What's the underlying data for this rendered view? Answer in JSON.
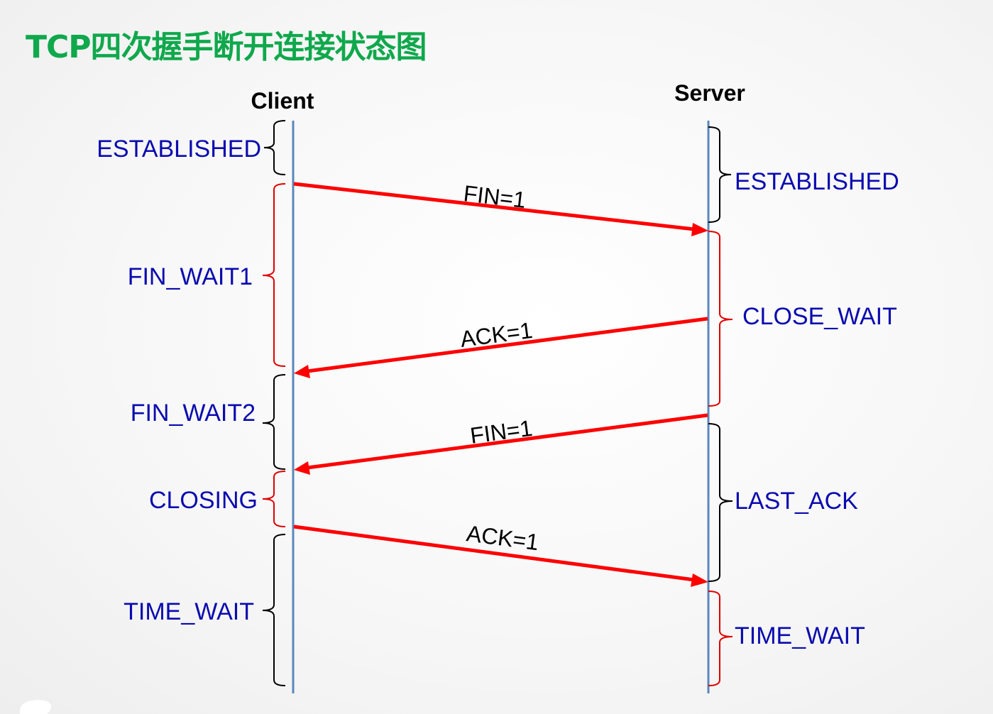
{
  "title": "TCP四次握手断开连接状态图",
  "colors": {
    "title": "#0fa84c",
    "state_text": "#0a0ab0",
    "message_arrow": "#ff0000",
    "lifeline": "#5b87bd",
    "brace_black": "#000000",
    "brace_red": "#e00000"
  },
  "actors": {
    "client": "Client",
    "server": "Server"
  },
  "client_states": [
    {
      "label": "ESTABLISHED",
      "brace_color": "black"
    },
    {
      "label": "FIN_WAIT1",
      "brace_color": "red"
    },
    {
      "label": "FIN_WAIT2",
      "brace_color": "black"
    },
    {
      "label": "CLOSING",
      "brace_color": "red"
    },
    {
      "label": "TIME_WAIT",
      "brace_color": "black"
    }
  ],
  "server_states": [
    {
      "label": "ESTABLISHED",
      "brace_color": "black"
    },
    {
      "label": "CLOSE_WAIT",
      "brace_color": "red"
    },
    {
      "label": "LAST_ACK",
      "brace_color": "black"
    },
    {
      "label": "TIME_WAIT",
      "brace_color": "red"
    }
  ],
  "messages": [
    {
      "label": "FIN=1",
      "from": "Client",
      "to": "Server"
    },
    {
      "label": "ACK=1",
      "from": "Server",
      "to": "Client"
    },
    {
      "label": "FIN=1",
      "from": "Server",
      "to": "Client"
    },
    {
      "label": "ACK=1",
      "from": "Client",
      "to": "Server"
    }
  ]
}
